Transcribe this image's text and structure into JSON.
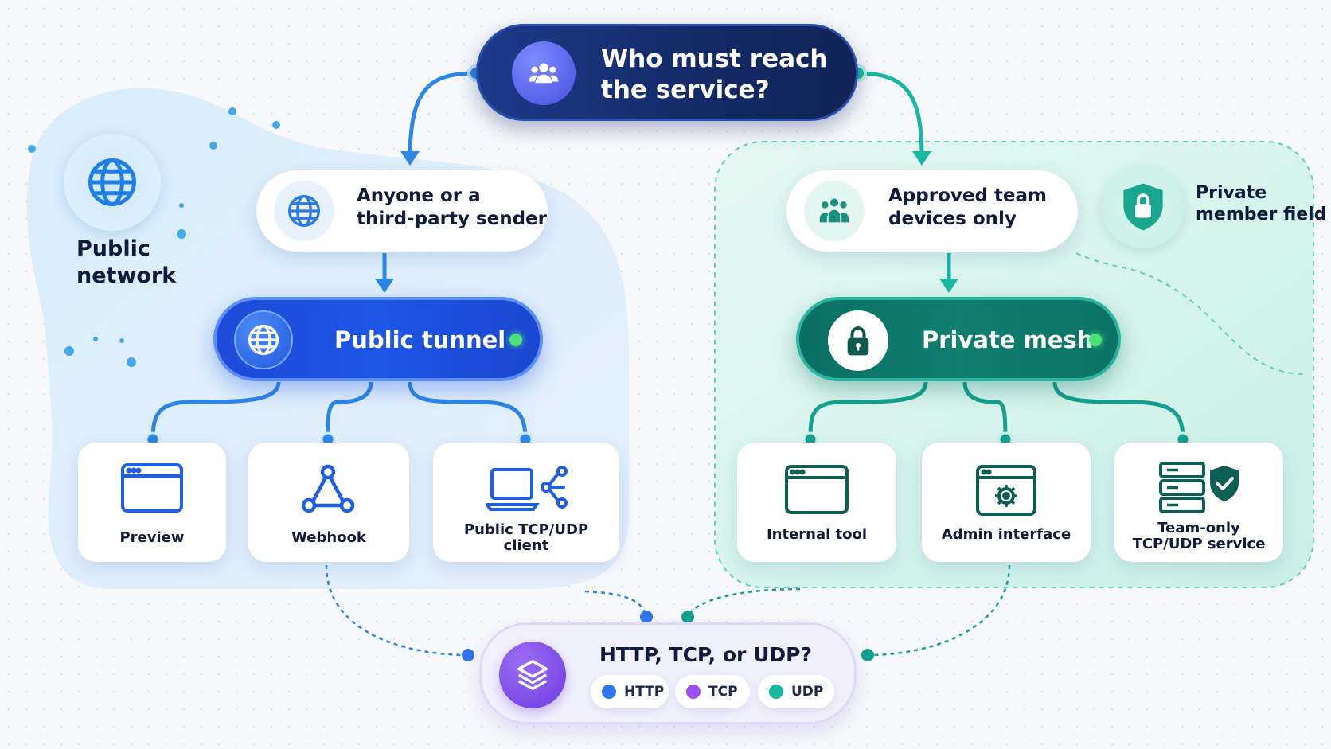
{
  "root": {
    "title_line1": "Who must reach",
    "title_line2": "the service?"
  },
  "public_zone": {
    "label_line1": "Public",
    "label_line2": "network"
  },
  "private_zone": {
    "label_line1": "Private",
    "label_line2": "member field"
  },
  "public_audience": {
    "line1": "Anyone or a",
    "line2": "third-party sender"
  },
  "private_audience": {
    "line1": "Approved team",
    "line2": "devices only"
  },
  "public_tunnel": {
    "label": "Public tunnel"
  },
  "private_mesh": {
    "label": "Private mesh"
  },
  "public_cards": [
    {
      "label_line1": "Preview",
      "label_line2": ""
    },
    {
      "label_line1": "Webhook",
      "label_line2": ""
    },
    {
      "label_line1": "Public TCP/UDP",
      "label_line2": "client"
    }
  ],
  "private_cards": [
    {
      "label_line1": "Internal tool",
      "label_line2": ""
    },
    {
      "label_line1": "Admin interface",
      "label_line2": ""
    },
    {
      "label_line1": "Team-only",
      "label_line2": "TCP/UDP service"
    }
  ],
  "protocol": {
    "question": "HTTP, TCP, or UDP?",
    "chips": [
      {
        "label": "HTTP",
        "color": "#2f74f0"
      },
      {
        "label": "TCP",
        "color": "#9b4ff0"
      },
      {
        "label": "UDP",
        "color": "#14b8a0"
      }
    ]
  },
  "colors": {
    "public_blue": "#1e56e6",
    "private_teal": "#0f7f70",
    "root_navy": "#14285c",
    "status_green": "#4be07a"
  },
  "icons": [
    "users-icon",
    "globe-icon",
    "lock-icon",
    "shield-lock-icon",
    "team-icon",
    "browser-window-icon",
    "webhook-icon",
    "laptop-share-icon",
    "settings-window-icon",
    "server-shield-icon",
    "layers-icon"
  ]
}
